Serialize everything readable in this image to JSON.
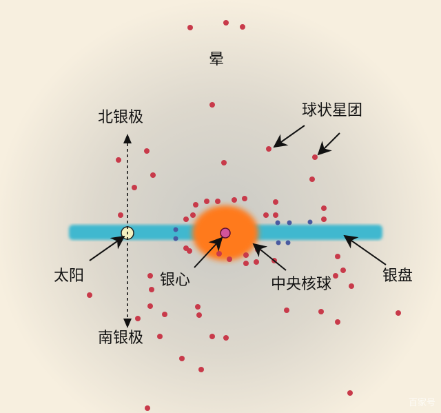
{
  "labels": {
    "halo": "晕",
    "north_pole": "北银极",
    "south_pole": "南银极",
    "globular_clusters": "球状星团",
    "sun": "太阳",
    "galactic_center": "银心",
    "central_bulge": "中央核球",
    "disk": "银盘"
  },
  "watermark": "百家号",
  "colors": {
    "halo": "#d8d4cc",
    "disk": "#3fb8cf",
    "bulge": "#ff7a1a",
    "center": "#d2549a",
    "sun": "#f3f0c0",
    "clusters": "#c83a4a",
    "disk_stars": "#4a5aa0"
  }
}
